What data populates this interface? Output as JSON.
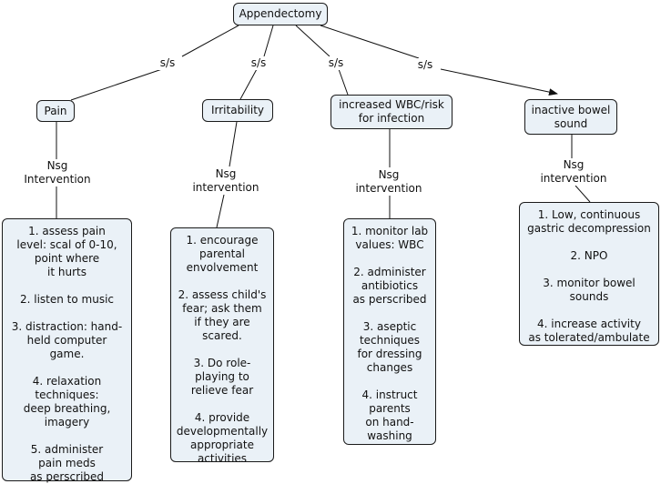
{
  "root": "Appendectomy",
  "link_ss": "s/s",
  "branches": [
    {
      "concept": "Pain",
      "link": "Nsg\nIntervention",
      "items": [
        "1. assess pain\nlevel: scal of 0-10,\npoint where\nit hurts",
        "2.  listen to music",
        "3.  distraction: hand-\nheld computer\ngame.",
        "4.  relaxation\ntechniques:\ndeep breathing,\nimagery",
        "5.  administer\npain meds\nas perscribed"
      ]
    },
    {
      "concept": "Irritability",
      "link": "Nsg\nintervention",
      "items": [
        "1. encourage\nparental\nenvolvement",
        "2. assess child's\nfear; ask them\nif they are\nscared.",
        "3. Do role-\nplaying to\nrelieve fear",
        "4. provide\ndevelopmentally\nappropriate\nactivities"
      ]
    },
    {
      "concept": "increased WBC/risk\nfor infection",
      "link": "Nsg\nintervention",
      "items": [
        "1. monitor lab\nvalues: WBC",
        "2. administer\nantibiotics\nas perscribed",
        "3. aseptic\ntechniques\nfor dressing\nchanges",
        "4. instruct\nparents\non hand-\nwashing"
      ]
    },
    {
      "concept": "inactive bowel\nsound",
      "link": "Nsg\nintervention",
      "items": [
        "1. Low, continuous\ngastric decompression",
        "2. NPO",
        "3. monitor bowel\nsounds",
        "4. increase activity\nas tolerated/ambulate"
      ]
    }
  ]
}
